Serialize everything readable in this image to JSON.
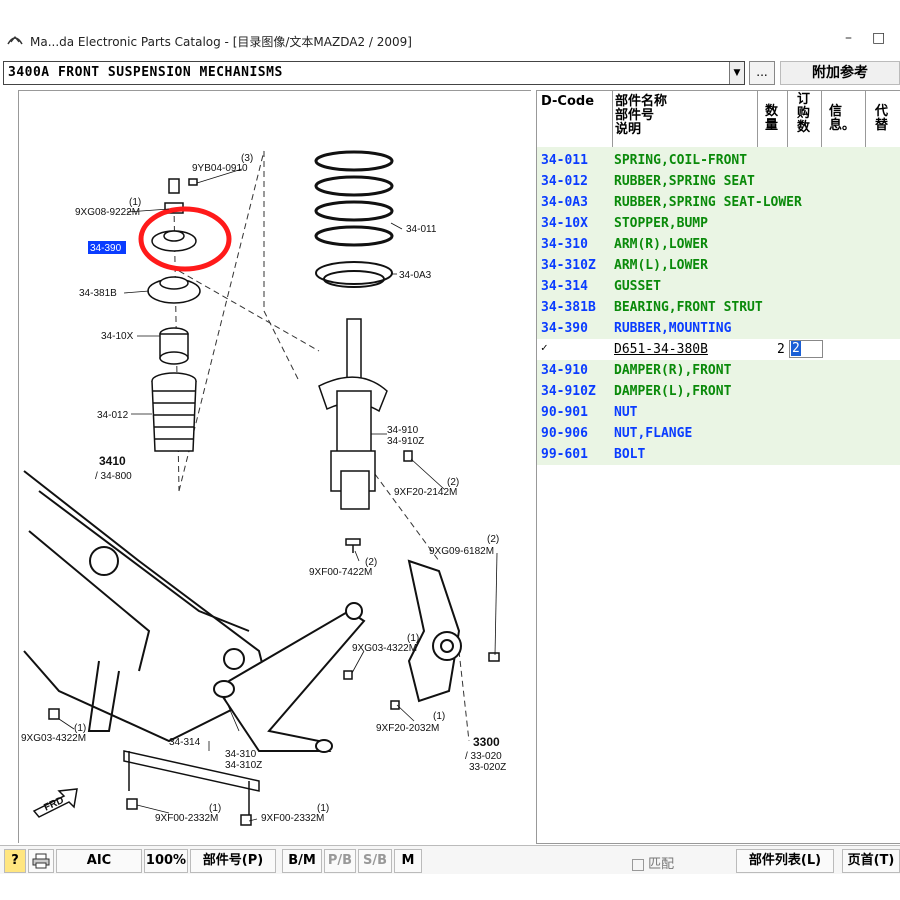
{
  "window": {
    "title": "Ma...da Electronic Parts Catalog - [目录图像/文本MAZDA2 / 2009]",
    "minimize": "–",
    "restore": "□"
  },
  "toolbar": {
    "group_value": "3400A  FRONT SUSPENSION MECHANISMS",
    "ellipsis_label": "...",
    "ref_label": "附加参考"
  },
  "table": {
    "headers": {
      "dcode": "D-Code",
      "name_line1": "部件名称",
      "name_line2": "部件号",
      "name_line3": "说明",
      "qty": "数量",
      "order": "订购数",
      "info": "信息。",
      "substitute": "代替"
    },
    "rows": [
      {
        "code": "34-011",
        "name": "SPRING,COIL-FRONT"
      },
      {
        "code": "34-012",
        "name": "RUBBER,SPRING SEAT"
      },
      {
        "code": "34-0A3",
        "name": "RUBBER,SPRING SEAT-LOWER"
      },
      {
        "code": "34-10X",
        "name": "STOPPER,BUMP"
      },
      {
        "code": "34-310",
        "name": "ARM(R),LOWER"
      },
      {
        "code": "34-310Z",
        "name": "ARM(L),LOWER"
      },
      {
        "code": "34-314",
        "name": "GUSSET"
      },
      {
        "code": "34-381B",
        "name": "BEARING,FRONT STRUT"
      },
      {
        "code": "34-390",
        "name": "RUBBER,MOUNTING"
      }
    ],
    "selected_part": {
      "checked": true,
      "part_no": "D651-34-380B",
      "qty": "2",
      "order_qty": "2"
    },
    "rows2": [
      {
        "code": "34-910",
        "name": "DAMPER(R),FRONT"
      },
      {
        "code": "34-910Z",
        "name": "DAMPER(L),FRONT"
      },
      {
        "code": "90-901",
        "name": "NUT"
      },
      {
        "code": "90-906",
        "name": "NUT,FLANGE"
      },
      {
        "code": "99-601",
        "name": "BOLT"
      }
    ]
  },
  "diagram": {
    "labels": {
      "l1": "9YB04-0910",
      "l1q": "(3)",
      "l2": "9XG08-9222M",
      "l2q": "(1)",
      "l3": "34-390",
      "l4": "34-381B",
      "l5": "34-10X",
      "l6": "34-012",
      "l7": "34-011",
      "l8": "34-0A3",
      "l9": "34-910",
      "l10": "34-910Z",
      "l11": "9XF20-2142M",
      "l11q": "(2)",
      "l12": "3410",
      "l12b": "/ 34-800",
      "l13": "9XG09-6182M",
      "l13q": "(2)",
      "l14": "9XF00-7422M",
      "l14q": "(2)",
      "l15": "9XG03-4322M",
      "l15q": "(1)",
      "l16": "9XF20-2032M",
      "l16q": "(1)",
      "l17": "3300",
      "l17b": "/ 33-020",
      "l17c": "33-020Z",
      "l18": "34-314",
      "l19": "34-310",
      "l20": "34-310Z",
      "l21": "9XG03-4322M",
      "l21q": "(1)",
      "l22": "9XF00-2332M",
      "l22q": "(1)",
      "l23": "9XF00-2332M",
      "l23q": "(1)",
      "fwd": "FRD"
    }
  },
  "bottom": {
    "help": "?",
    "aic": "AIC",
    "zoom": "100%",
    "part_no": "部件号(P)",
    "bm": "B/M",
    "pb": "P/B",
    "sb": "S/B",
    "m": "M",
    "match": "匹配",
    "part_list": "部件列表(L)",
    "home": "页首(T)"
  },
  "colors": {
    "code": "#0a3cff",
    "name": "#0a8a0a",
    "highlight": "#ff1a1a"
  }
}
